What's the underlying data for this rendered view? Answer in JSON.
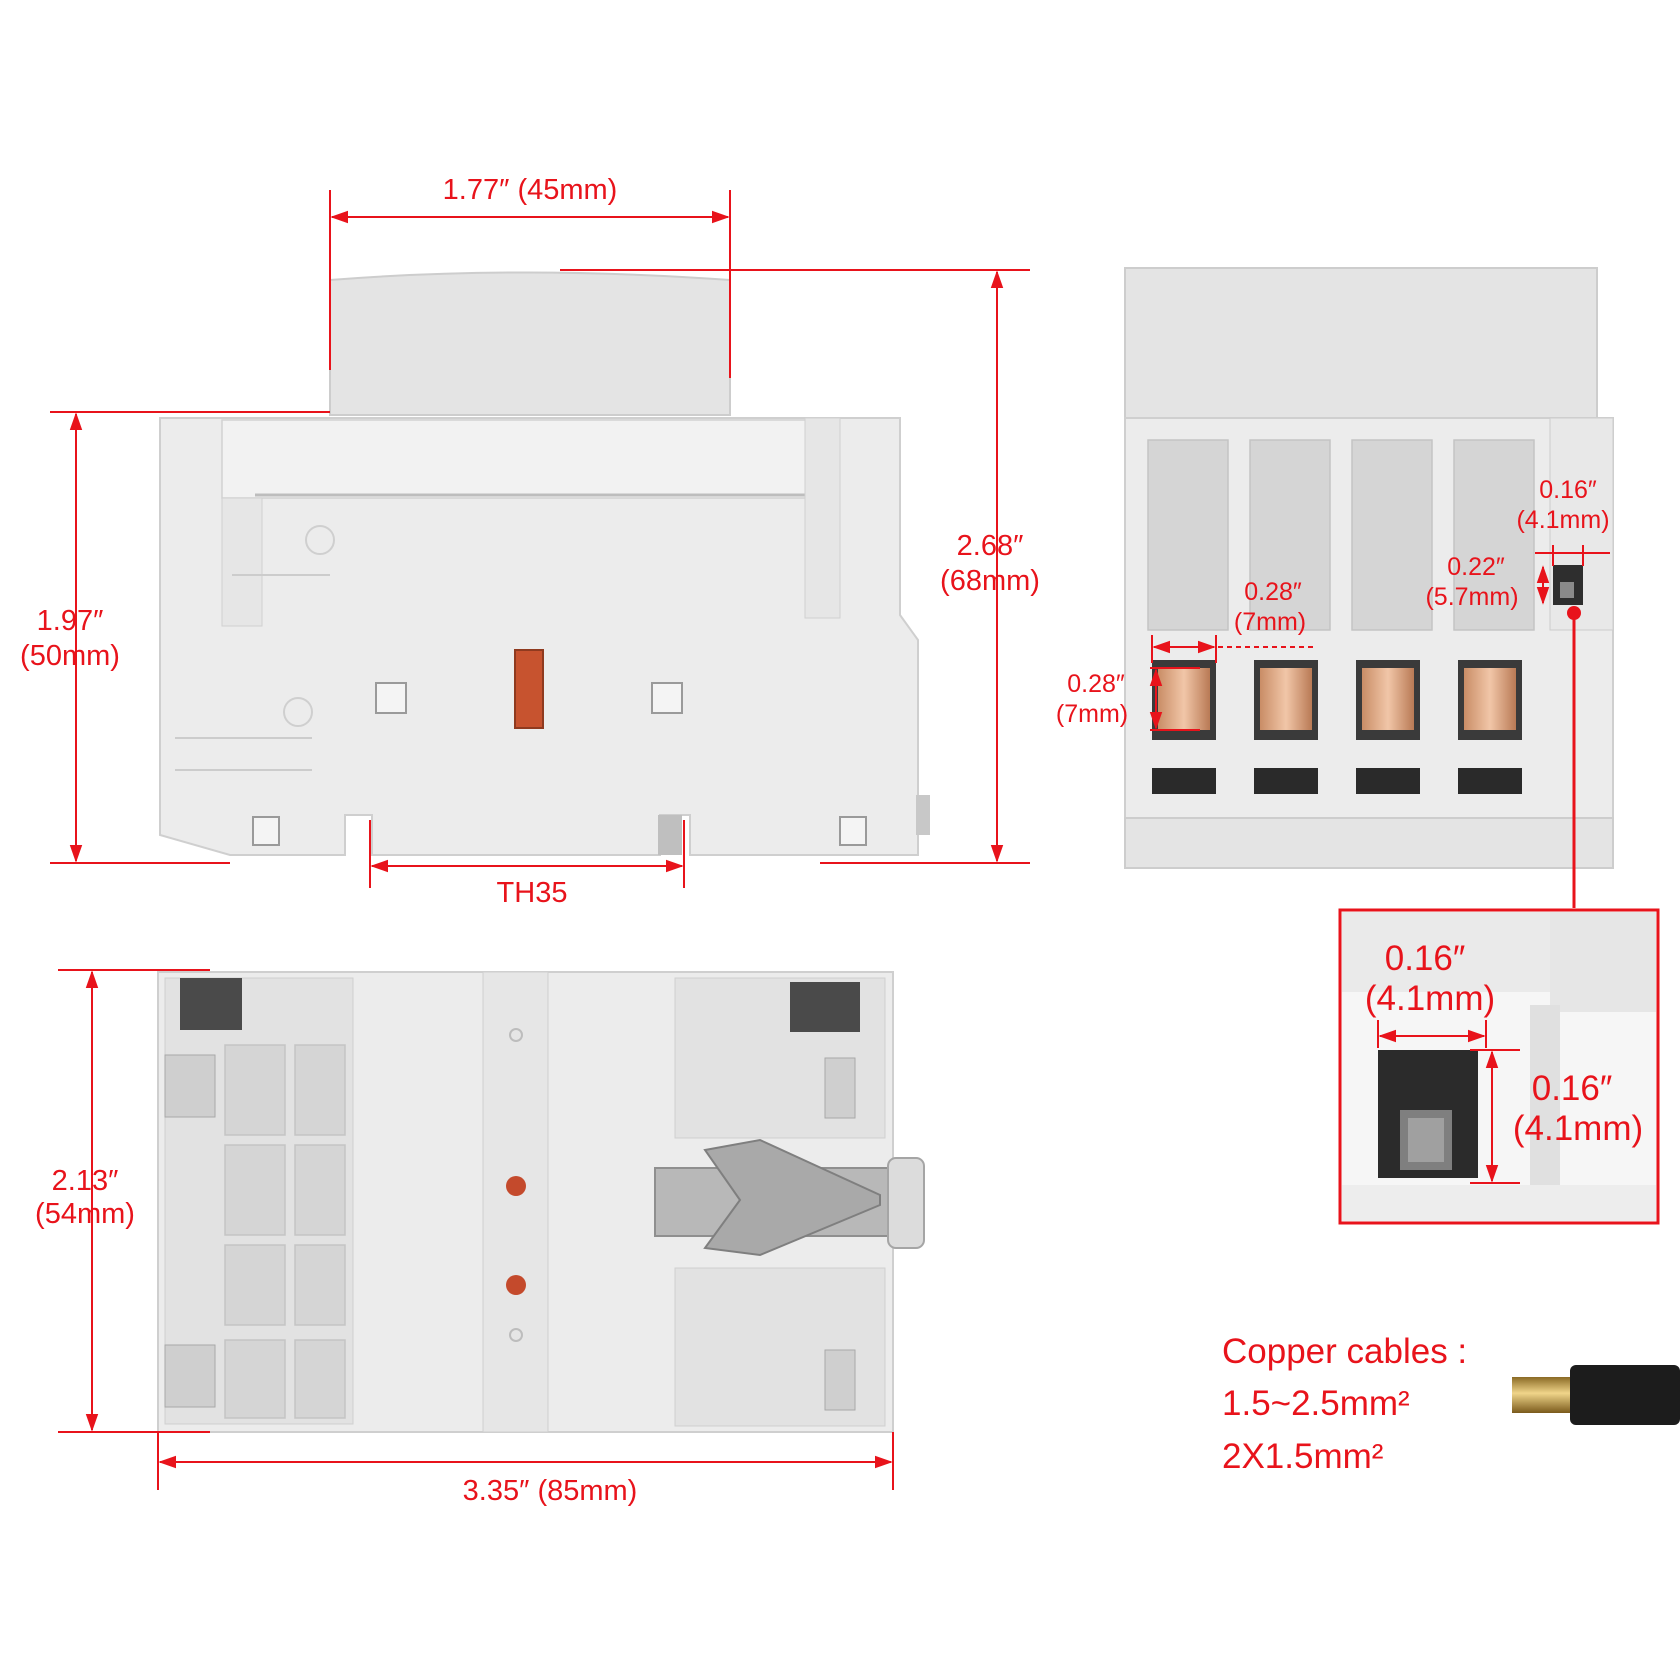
{
  "side_view": {
    "top_width": "1.77″  (45mm)",
    "body_height_in": "1.97″",
    "body_height_mm": "(50mm)",
    "total_height_in": "2.68″",
    "total_height_mm": "(68mm)",
    "rail": "TH35"
  },
  "terminal_view": {
    "slot_width_in": "0.28″",
    "slot_width_mm": "(7mm)",
    "slot_height_in": "0.28″",
    "slot_height_mm": "(7mm)",
    "aux_width_in": "0.16″",
    "aux_width_mm": "(4.1mm)",
    "aux_height_in": "0.22″",
    "aux_height_mm": "(5.7mm)"
  },
  "detail": {
    "width_in": "0.16″",
    "width_mm": "(4.1mm)",
    "height_in": "0.16″",
    "height_mm": "(4.1mm)"
  },
  "bottom_view": {
    "depth_in": "2.13″",
    "depth_mm": "(54mm)",
    "length": "3.35″ (85mm)"
  },
  "cable_note": {
    "title": "Copper cables :",
    "line1": "1.5~2.5mm²",
    "line2": "2X1.5mm²"
  }
}
